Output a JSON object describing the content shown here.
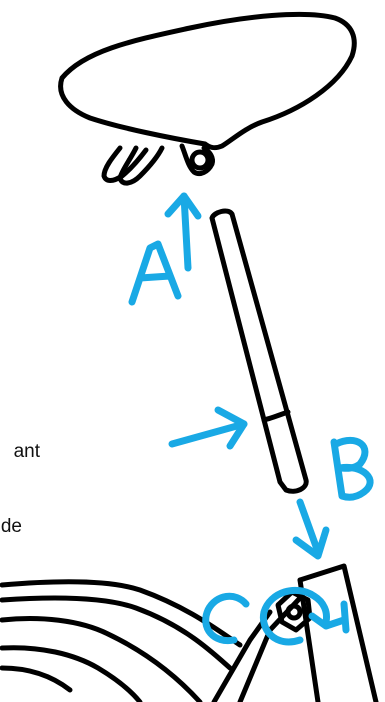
{
  "labels": {
    "step_a": "A",
    "step_b": "B",
    "step_c": "C"
  },
  "cut_off_text": [
    "ant",
    "de"
  ],
  "colors": {
    "accent": "#19a9e5",
    "ink": "#000000",
    "background": "#ffffff"
  },
  "icons": {
    "arrow_a": "arrow-up-icon",
    "arrow_b": "arrow-down-icon",
    "arrow_c": "rotate-clockwise-icon",
    "pointer": "arrow-right-icon"
  }
}
